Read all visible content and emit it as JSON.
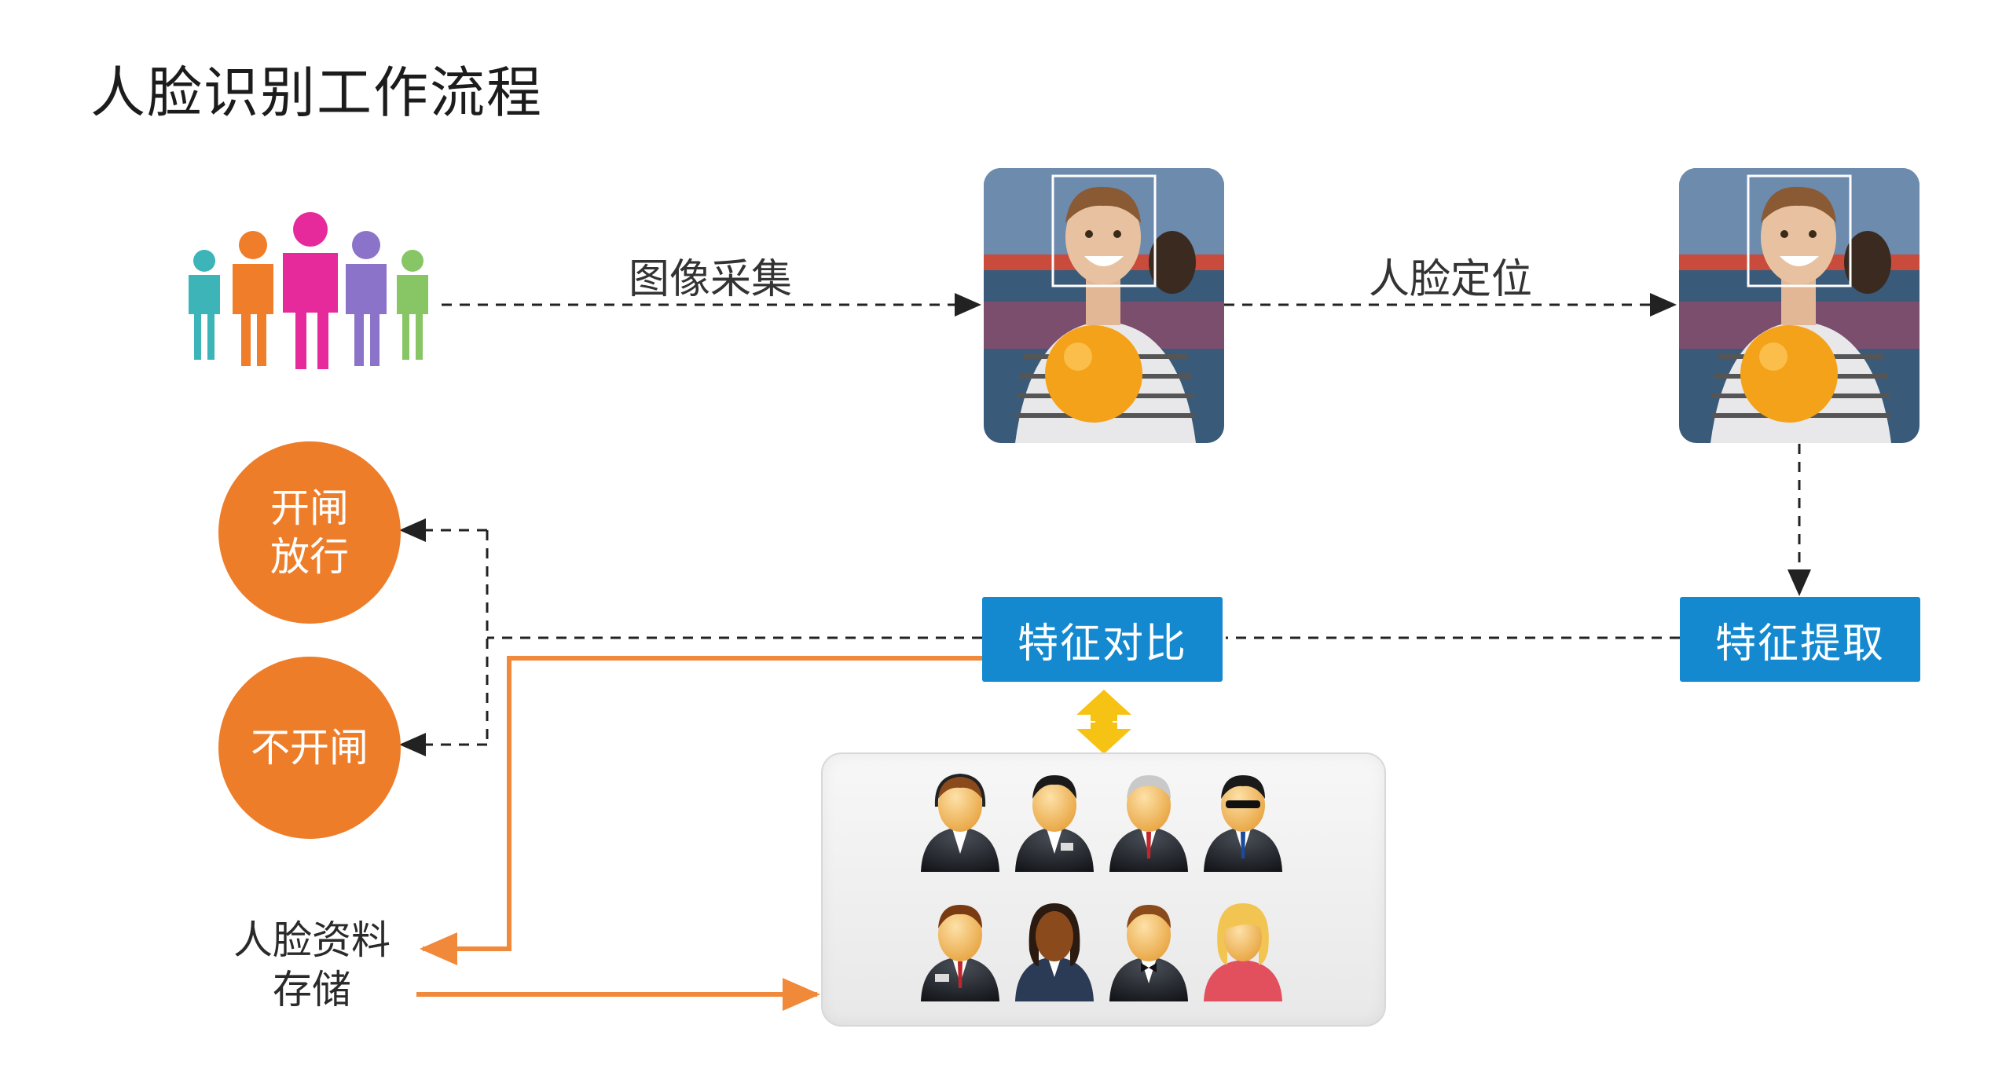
{
  "title": "人脸识别工作流程",
  "steps": {
    "capture": "图像采集",
    "locate": "人脸定位",
    "extract": "特征提取",
    "compare": "特征对比"
  },
  "outcomes": {
    "open_line1": "开闸",
    "open_line2": "放行",
    "deny": "不开闸"
  },
  "storage": {
    "line1": "人脸资料",
    "line2": "存储"
  },
  "colors": {
    "orange": "#ee7d2a",
    "blue": "#1489cf",
    "arrow": "#f08a3a",
    "dashed": "#222222"
  }
}
